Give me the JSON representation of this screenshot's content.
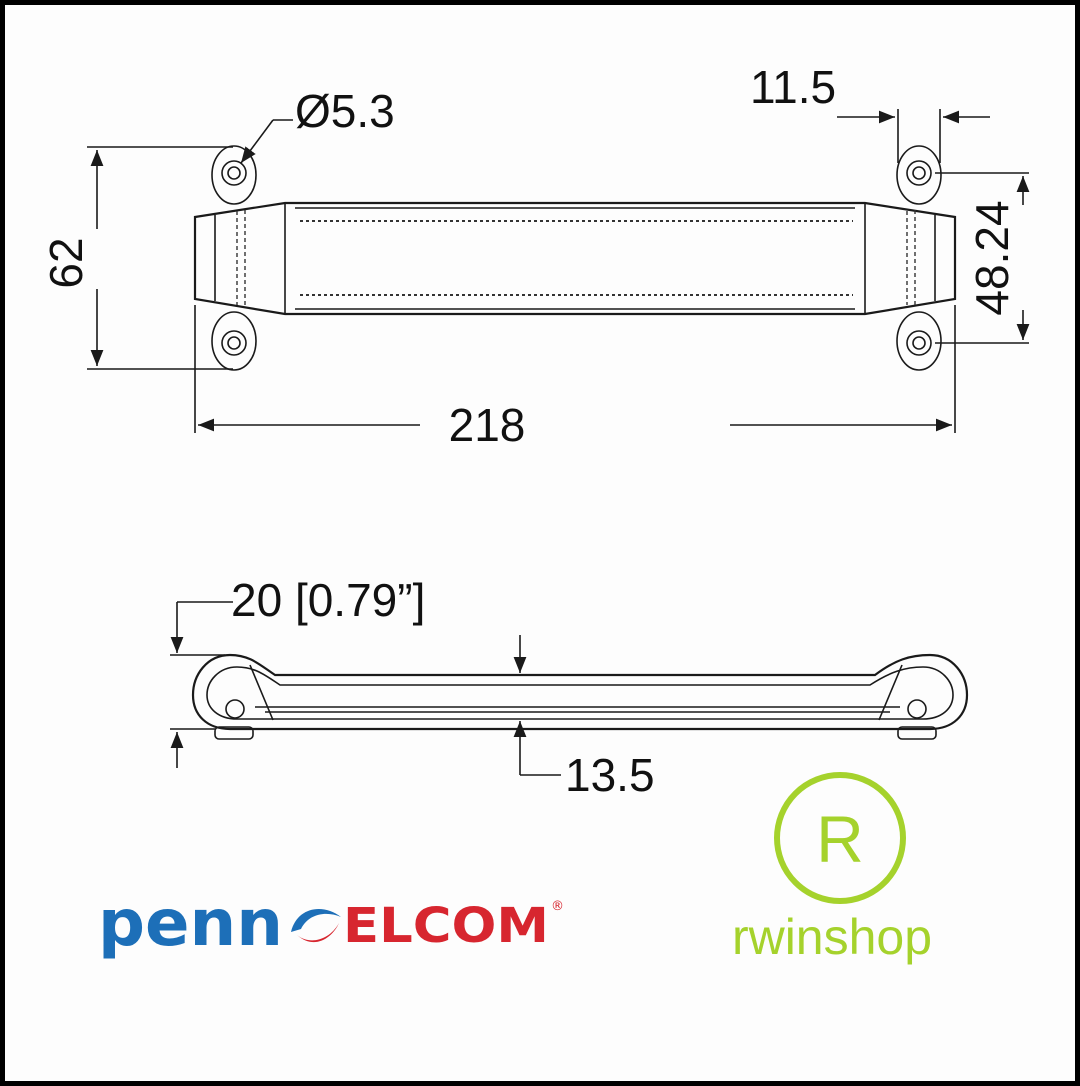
{
  "diagram": {
    "top_view": {
      "hole_diameter": "Ø5.3",
      "ear_width": "11.5",
      "overall_height": "62",
      "hole_spacing": "48.24",
      "overall_length": "218"
    },
    "side_view": {
      "height": "20 [0.79”]",
      "thickness": "13.5"
    }
  },
  "logos": {
    "penn_elcom": {
      "left_text": "penn",
      "right_text": "ELCOM",
      "registered_mark": "®",
      "colors": {
        "blue": "#1d6fb8",
        "red": "#d7262f"
      }
    },
    "rwinshop": {
      "seal_letter": "R",
      "name": "rwinshop",
      "color": "#a5d22c"
    }
  }
}
